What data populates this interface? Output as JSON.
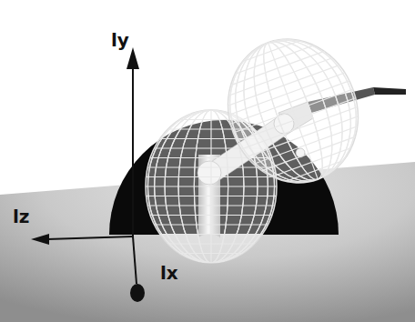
{
  "diagram": {
    "labels": [
      "ly",
      "lz",
      "lx"
    ]
  }
}
